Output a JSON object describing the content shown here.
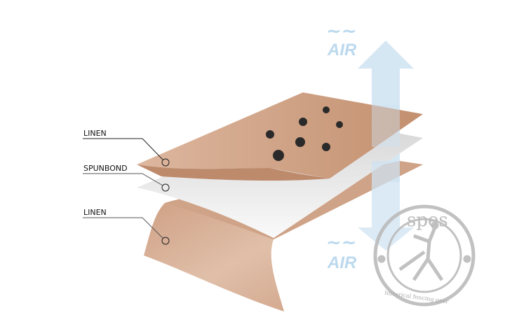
{
  "labels": {
    "top_layer": "LINEN",
    "middle_layer": "SPUNBOND",
    "bottom_layer": "LINEN"
  },
  "air": {
    "top": "AIR",
    "bottom": "AIR",
    "wave": "~~"
  },
  "logo": {
    "name": "spes",
    "tagline": "historical fencing gear"
  },
  "colors": {
    "linen": "#c9987a",
    "spunbond": "#e6e6e6",
    "air": "#cfe3f2",
    "logo": "#b5b5b5"
  }
}
